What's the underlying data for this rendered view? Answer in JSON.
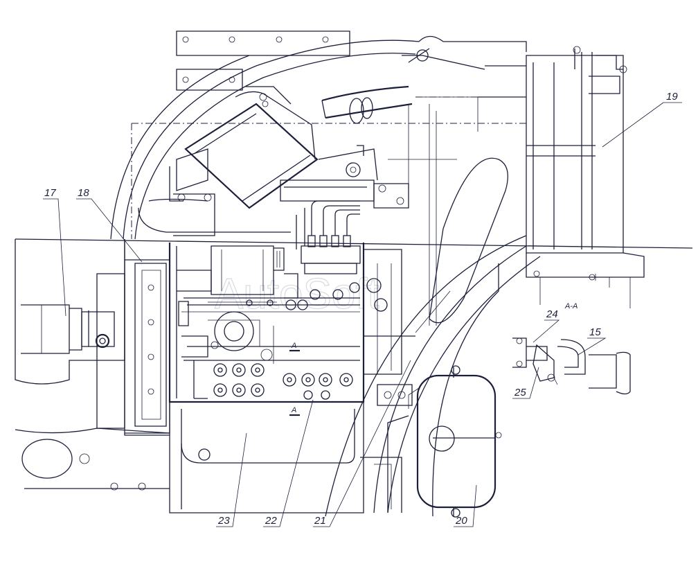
{
  "drawing": {
    "section_label": "А-А",
    "section_mark": "А",
    "watermark": "AutoSoft",
    "callouts": [
      {
        "id": "c17",
        "text": "17"
      },
      {
        "id": "c18",
        "text": "18"
      },
      {
        "id": "c19",
        "text": "19"
      },
      {
        "id": "c20",
        "text": "20"
      },
      {
        "id": "c21",
        "text": "21"
      },
      {
        "id": "c22",
        "text": "22"
      },
      {
        "id": "c23",
        "text": "23"
      },
      {
        "id": "c24",
        "text": "24"
      },
      {
        "id": "c15",
        "text": "15"
      },
      {
        "id": "c25",
        "text": "25"
      }
    ]
  }
}
